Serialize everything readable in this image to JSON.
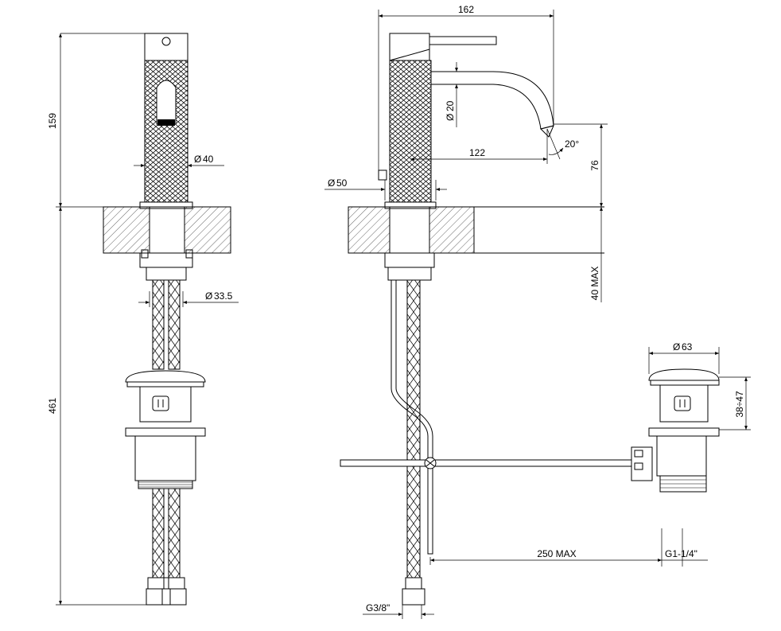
{
  "dimensions": {
    "height_total_front": "159",
    "body_diameter": "40",
    "shank_diameter": "33.5",
    "height_below": "461",
    "overall_length": "162",
    "spout_diameter": "20",
    "spout_reach": "122",
    "spout_angle": "20°",
    "spout_height": "76",
    "base_diameter": "50",
    "deck_max": "40 MAX",
    "waste_diameter": "63",
    "waste_height": "38÷47",
    "rod_length": "250 MAX",
    "waste_thread": "G1-1/4\"",
    "inlet_thread": "G3/8\""
  }
}
